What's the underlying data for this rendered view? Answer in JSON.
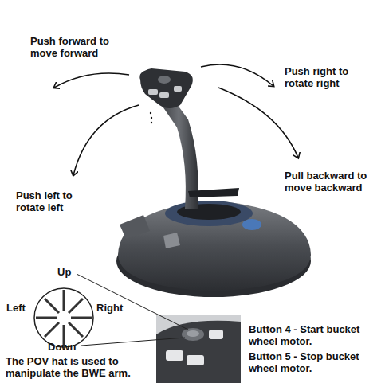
{
  "diagram": {
    "labels": [
      "Push forward to move forward",
      "Push right to rotate right",
      "Pull backward to move backward",
      "Push left to rotate left",
      "Up",
      "Left",
      "Right",
      "Down",
      "The POV hat is used to manipulate the BWE arm.",
      "Button 4 - Start bucket wheel motor.",
      "Button 5 - Stop bucket wheel motor."
    ]
  }
}
